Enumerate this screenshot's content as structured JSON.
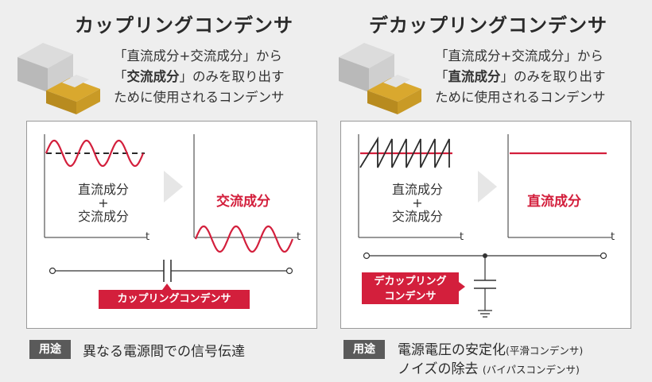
{
  "coupling": {
    "title": "カップリングコンデンサ",
    "desc_line1": "「直流成分+交流成分」から",
    "desc_line2_open": "「",
    "desc_line2_bold": "交流成分",
    "desc_line2_rest": "」のみを取り出す",
    "desc_line3": "ために使用されるコンデンサ",
    "input_label_1": "直流成分",
    "input_label_plus": "+",
    "input_label_2": "交流成分",
    "output_label": "交流成分",
    "axis_t_1": "t",
    "axis_t_2": "t",
    "component_tag": "カップリングコンデンサ",
    "usage_tag": "用途",
    "usage_text": "異なる電源間での信号伝達"
  },
  "decoupling": {
    "title": "デカップリングコンデンサ",
    "desc_line1": "「直流成分+交流成分」から",
    "desc_line2_open": "「",
    "desc_line2_bold": "直流成分",
    "desc_line2_rest": "」のみを取り出す",
    "desc_line3": "ために使用されるコンデンサ",
    "input_label_1": "直流成分",
    "input_label_plus": "+",
    "input_label_2": "交流成分",
    "output_label": "直流成分",
    "axis_t_1": "t",
    "axis_t_2": "t",
    "component_tag_1": "デカップリング",
    "component_tag_2": "コンデンサ",
    "usage_tag": "用途",
    "usage_text_1": "電源電圧の安定化",
    "usage_note_1": "(平滑コンデンサ)",
    "usage_text_2": "ノイズの除去",
    "usage_note_2": "(バイパスコンデンサ)"
  },
  "colors": {
    "accent": "#d31f3c",
    "usage_bg": "#5a5a5a",
    "background": "#eeeeee",
    "chip_electrode": "#d9a82e",
    "chip_body": "#bdbdbd"
  }
}
